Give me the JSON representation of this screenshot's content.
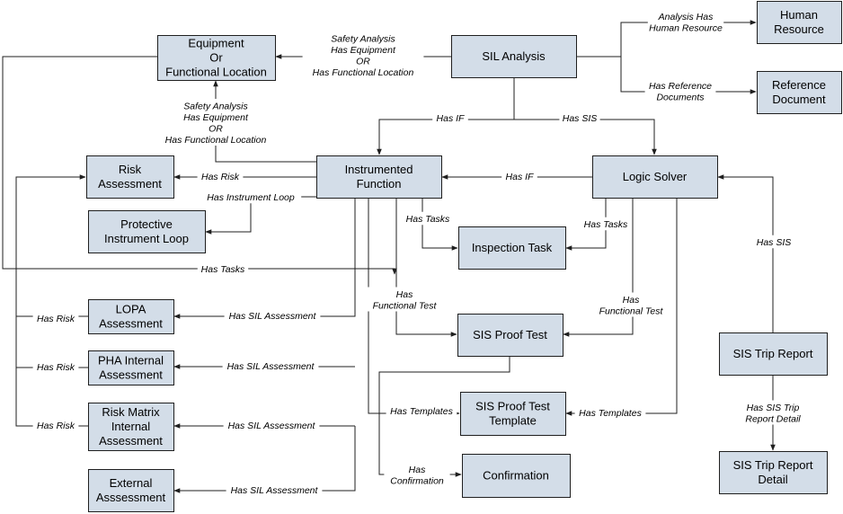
{
  "nodes": {
    "equipment": [
      "Equipment",
      "Or",
      "Functional Location"
    ],
    "sil_analysis": [
      "SIL Analysis"
    ],
    "human_resource": [
      "Human",
      "Resource"
    ],
    "reference_document": [
      "Reference",
      "Document"
    ],
    "risk_assessment": [
      "Risk",
      "Assessment"
    ],
    "instrumented_function": [
      "Instrumented",
      "Function"
    ],
    "logic_solver": [
      "Logic Solver"
    ],
    "protective_instrument_loop": [
      "Protective",
      "Instrument Loop"
    ],
    "inspection_task": [
      "Inspection Task"
    ],
    "lopa_assessment": [
      "LOPA",
      "Assessment"
    ],
    "sis_proof_test": [
      "SIS Proof Test"
    ],
    "sis_trip_report": [
      "SIS Trip Report"
    ],
    "pha_internal_assessment": [
      "PHA Internal",
      "Assessment"
    ],
    "sis_proof_test_template": [
      "SIS Proof Test",
      "Template"
    ],
    "risk_matrix_internal_assessment": [
      "Risk Matrix",
      "Internal",
      "Assessment"
    ],
    "sis_trip_report_detail": [
      "SIS Trip Report",
      "Detail"
    ],
    "confirmation": [
      "Confirmation"
    ],
    "external_assessment": [
      "External",
      "Asssessment"
    ]
  },
  "edges": {
    "sil_to_equipment": [
      "Safety Analysis",
      "Has Equipment",
      "OR",
      "Has Functional Location"
    ],
    "sil_to_human_resource": [
      "Analysis Has",
      "Human Resource"
    ],
    "sil_to_reference_document": [
      "Has Reference",
      "Documents"
    ],
    "sil_to_if": [
      "Has IF"
    ],
    "sil_to_logic_solver": [
      "Has SIS"
    ],
    "if_to_equipment": [
      "Safety Analysis",
      "Has Equipment",
      "OR",
      "Has Functional Location"
    ],
    "if_to_risk": [
      "Has Risk"
    ],
    "if_to_instrument_loop": [
      "Has Instrument Loop"
    ],
    "logic_solver_to_if": [
      "Has IF"
    ],
    "if_to_inspection_task": [
      "Has Tasks"
    ],
    "logic_solver_to_inspection_task": [
      "Has Tasks"
    ],
    "equipment_to_inspection_task": [
      "Has Tasks"
    ],
    "trip_report_to_logic_solver": [
      "Has SIS"
    ],
    "if_to_proof_test": [
      "Has",
      "Functional Test"
    ],
    "logic_solver_to_proof_test": [
      "Has",
      "Functional Test"
    ],
    "if_to_lopa": [
      "Has SIL Assessment"
    ],
    "if_to_pha": [
      "Has SIL Assessment"
    ],
    "if_to_risk_matrix": [
      "Has SIL Assessment"
    ],
    "if_to_external": [
      "Has SIL Assessment"
    ],
    "lopa_to_risk": [
      "Has Risk"
    ],
    "pha_to_risk": [
      "Has Risk"
    ],
    "risk_matrix_to_risk": [
      "Has Risk"
    ],
    "if_to_template": [
      "Has Templates"
    ],
    "logic_solver_to_template": [
      "Has Templates"
    ],
    "trip_report_to_detail": [
      "Has SIS Trip",
      "Report Detail"
    ],
    "proof_test_to_confirmation": [
      "Has",
      "Confirmation"
    ]
  }
}
